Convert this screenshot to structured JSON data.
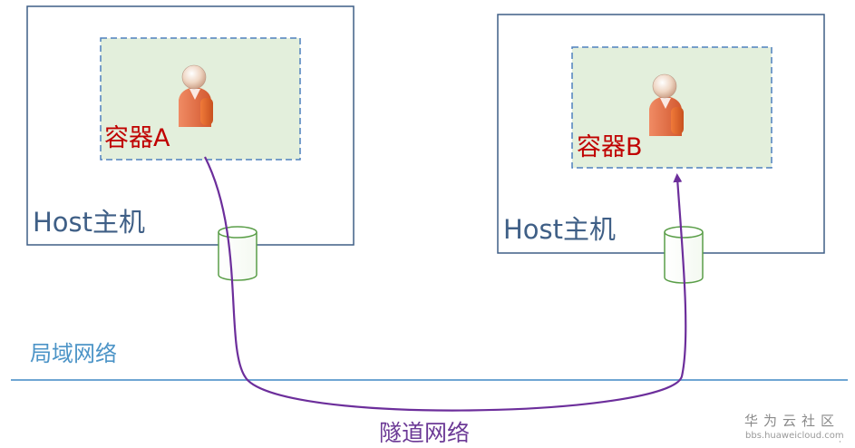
{
  "host_a": {
    "label": "Host主机",
    "container_label": "容器A"
  },
  "host_b": {
    "label": "Host主机",
    "container_label": "容器B"
  },
  "lan_label": "局域网络",
  "tunnel_label": "隧道网络",
  "watermark": {
    "title": "华为云社区",
    "url": "bbs.huaweicloud.com"
  },
  "colors": {
    "host_border": "#3f5f86",
    "container_fill": "#e3efdc",
    "container_border": "#4f81bd",
    "container_label": "#c00000",
    "lan_line": "#6fa6d3",
    "tunnel_line": "#6c2e9b",
    "port_border": "#5a9e48"
  },
  "icons": [
    "person-icon",
    "person-icon",
    "tunnel-port-icon",
    "tunnel-port-icon"
  ]
}
